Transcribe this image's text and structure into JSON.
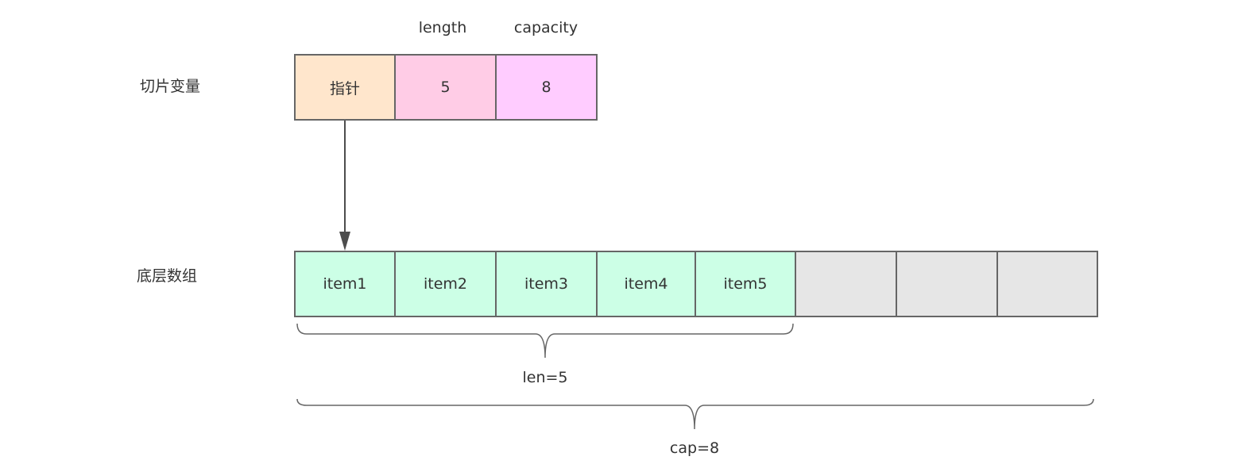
{
  "colors": {
    "pointer_fill": "#ffe6cc",
    "length_fill": "#ffcce6",
    "capacity_fill": "#ffccff",
    "item_fill": "#ccffe6",
    "empty_fill": "#e6e6e6",
    "border": "#666666",
    "arrow": "#4d4d4d",
    "brace": "#666666",
    "text": "#333333"
  },
  "slice_variable": {
    "row_label": "切片变量",
    "header_length": "length",
    "header_capacity": "capacity",
    "fields": [
      {
        "text": "指针",
        "color": "pointer_fill"
      },
      {
        "text": "5",
        "color": "length_fill"
      },
      {
        "text": "8",
        "color": "capacity_fill"
      }
    ]
  },
  "underlying_array": {
    "row_label": "底层数组",
    "cells": [
      {
        "text": "item1",
        "filled": true
      },
      {
        "text": "item2",
        "filled": true
      },
      {
        "text": "item3",
        "filled": true
      },
      {
        "text": "item4",
        "filled": true
      },
      {
        "text": "item5",
        "filled": true
      },
      {
        "text": "",
        "filled": false
      },
      {
        "text": "",
        "filled": false
      },
      {
        "text": "",
        "filled": false
      }
    ]
  },
  "len_label": "len=5",
  "cap_label": "cap=8"
}
